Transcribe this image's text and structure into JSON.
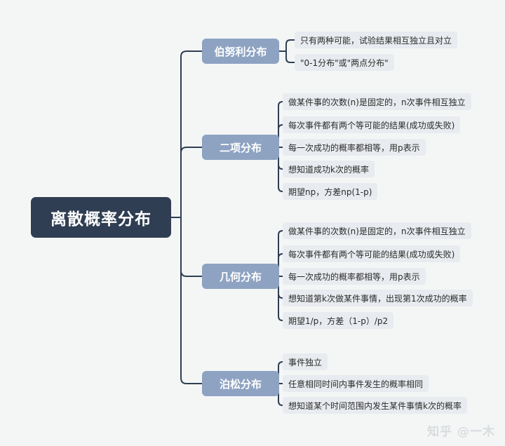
{
  "root": {
    "label": "离散概率分布"
  },
  "branches": [
    {
      "label": "伯努利分布",
      "items": [
        "只有两种可能，试验结果相互独立且对立",
        "\"0-1分布\"或\"两点分布\""
      ]
    },
    {
      "label": "二项分布",
      "items": [
        "做某件事的次数(n)是固定的，n次事件相互独立",
        "每次事件都有两个等可能的结果(成功或失败)",
        "每一次成功的概率都相等，用p表示",
        "想知道成功k次的概率",
        "期望np，方差np(1-p)"
      ]
    },
    {
      "label": "几何分布",
      "items": [
        "做某件事的次数(n)是固定的，n次事件相互独立",
        "每次事件都有两个等可能的结果(成功或失败)",
        "每一次成功的概率都相等，用p表示",
        "想知道第k次做某件事情，出现第1次成功的概率",
        "期望1/p，方差（1-p）/p2"
      ]
    },
    {
      "label": "泊松分布",
      "items": [
        "事件独立",
        "任意相同时间内事件发生的概率相同",
        "想知道某个时间范围内发生某件事情k次的概率"
      ]
    }
  ],
  "watermark": "知乎 @一木",
  "colors": {
    "root": "#2f3e52",
    "branch": "#8ea3c2",
    "leaf": "#e8ebef",
    "line": "#2f3e52",
    "background": "#f4f6f6"
  }
}
